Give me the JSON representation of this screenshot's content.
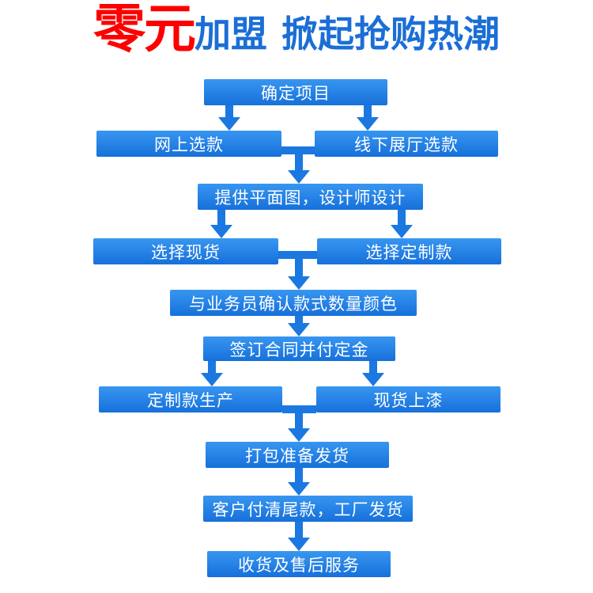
{
  "title": {
    "highlight": "零元",
    "part1": "加盟",
    "part2": "掀起抢购热潮"
  },
  "colors": {
    "highlight_red": "#ff0000",
    "title_blue": "#1b6ed6",
    "box_top": "#3896f1",
    "box_bottom": "#1670da",
    "arrow_blue": "#1a78e0",
    "text_white": "#ffffff"
  },
  "steps": [
    "确定项目",
    "网上选款",
    "线下展厅选款",
    "提供平面图，设计师设计",
    "选择现货",
    "选择定制款",
    "与业务员确认款式数量颜色",
    "签订合同并付定金",
    "定制款生产",
    "现货上漆",
    "打包准备发货",
    "客户付清尾款，工厂发货",
    "收货及售后服务"
  ]
}
